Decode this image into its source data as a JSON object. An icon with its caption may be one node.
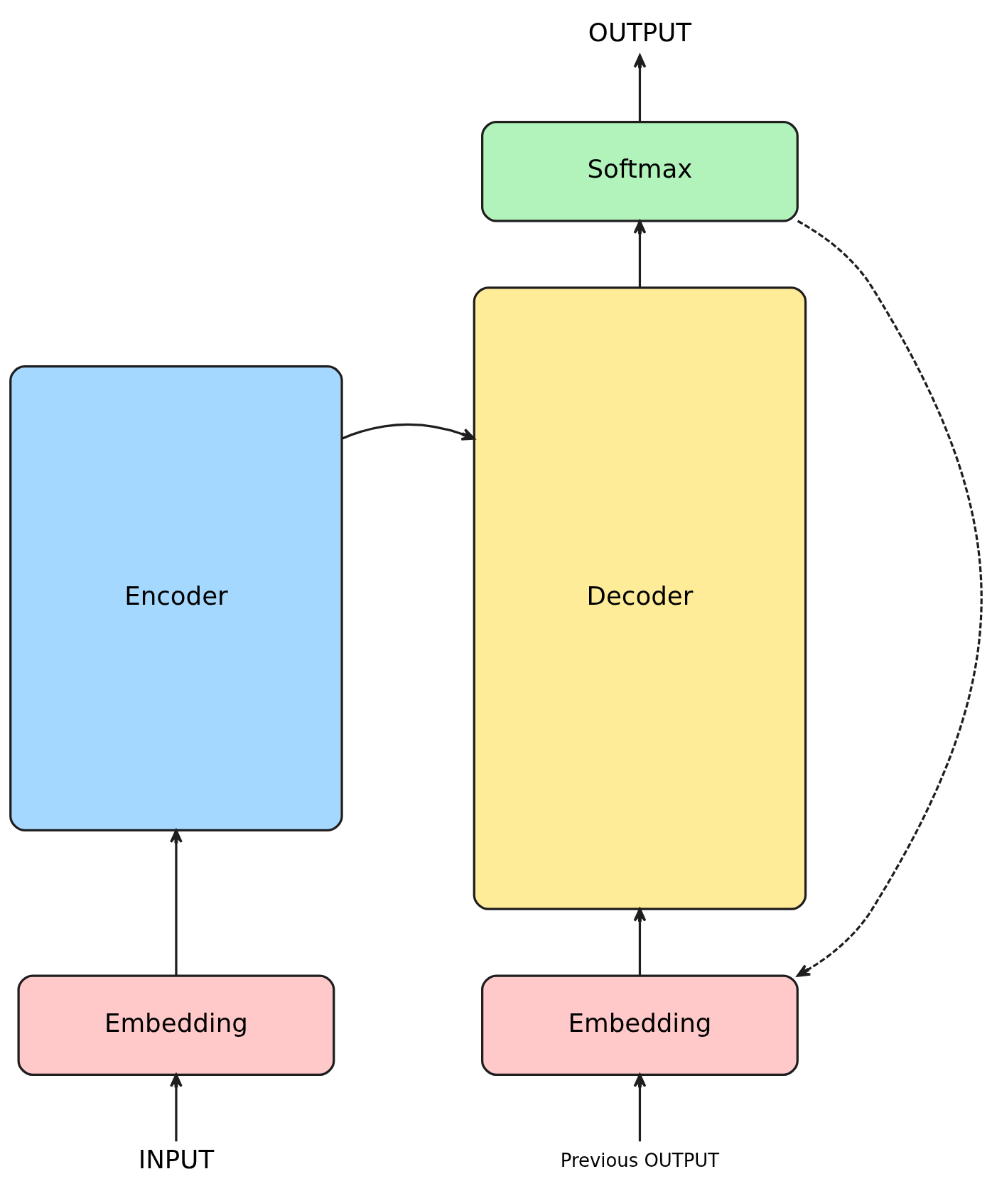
{
  "diagram": {
    "nodes": [
      {
        "text": [
          "OUTPUT"
        ]
      },
      {
        "text": [
          "Softmax"
        ]
      },
      {
        "text": [
          "Decoder"
        ]
      },
      {
        "text": [
          "Encoder"
        ]
      },
      {
        "text": [
          "Embedding"
        ]
      },
      {
        "text": [
          "Embedding"
        ]
      },
      {
        "text": [
          "INPUT"
        ]
      },
      {
        "text": [
          "Previous OUTPUT"
        ]
      }
    ],
    "edges": [
      {
        "from": 6,
        "to": 4,
        "arrow": "to"
      },
      {
        "from": 4,
        "to": 3,
        "arrow": "to"
      },
      {
        "from": 3,
        "to": 2,
        "arrow": "to"
      },
      {
        "from": 7,
        "to": 5,
        "arrow": "to"
      },
      {
        "from": 5,
        "to": 2,
        "arrow": "to"
      },
      {
        "from": 2,
        "to": 1,
        "arrow": "to"
      },
      {
        "from": 1,
        "to": 0,
        "arrow": "to"
      },
      {
        "from": 1,
        "to": 5,
        "arrow": "to",
        "style": "dashed"
      }
    ]
  }
}
